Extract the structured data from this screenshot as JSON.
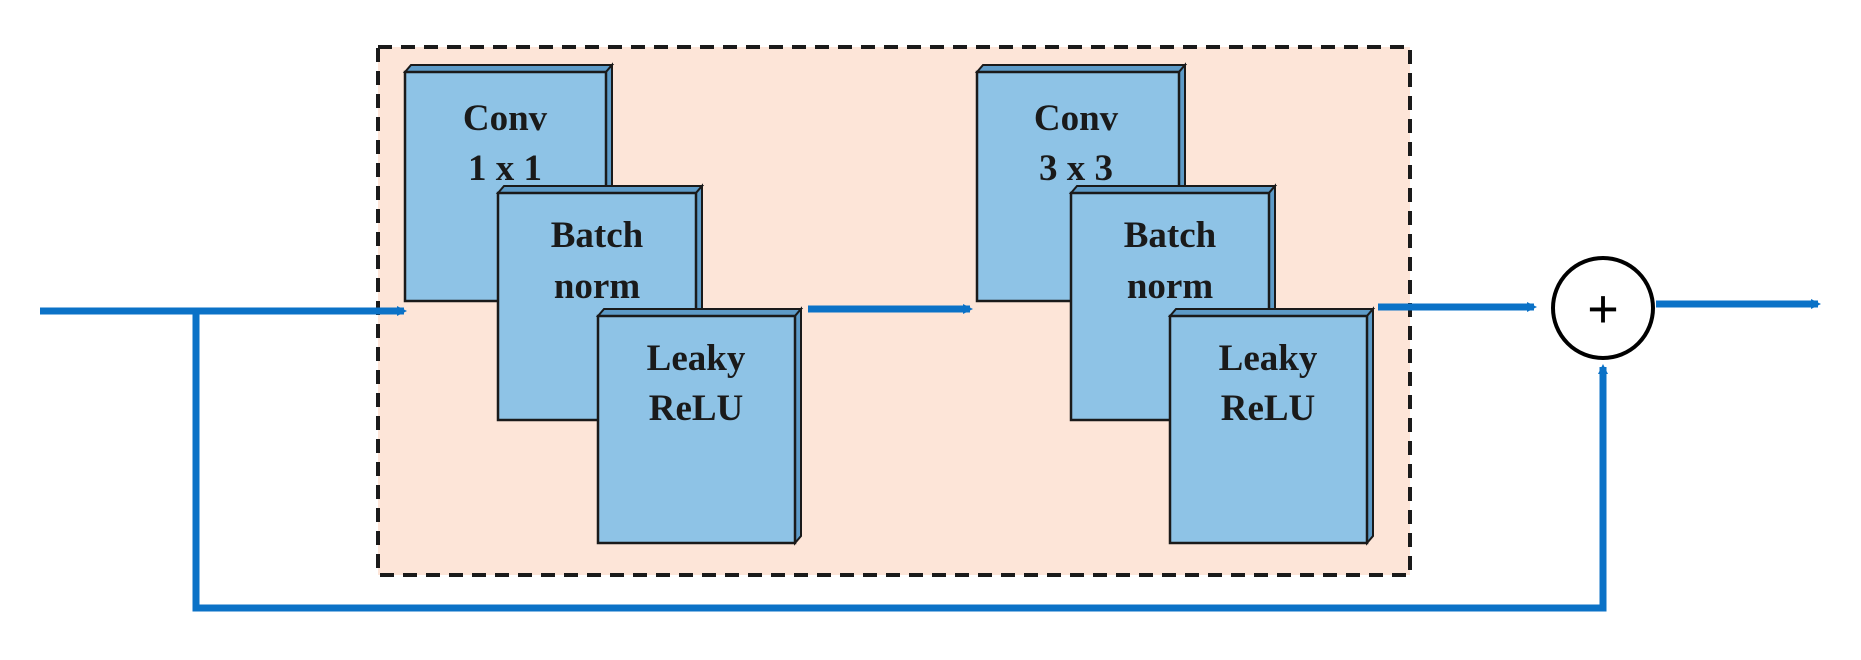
{
  "colors": {
    "background": "#ffffff",
    "block_panel": "#fde5d8",
    "block_face": "#8ec3e6",
    "block_side": "#5d9bc8",
    "block_border": "#1a1a1a",
    "arrow": "#0b72c7",
    "dashed_border": "#1a1a1a"
  },
  "diagram": {
    "stage1": {
      "conv": {
        "line1": "Conv",
        "line2": "1 x 1"
      },
      "bn": {
        "line1": "Batch",
        "line2": "norm"
      },
      "act": {
        "line1": "Leaky",
        "line2": "ReLU"
      }
    },
    "stage2": {
      "conv": {
        "line1": "Conv",
        "line2": "3 x 3"
      },
      "bn": {
        "line1": "Batch",
        "line2": "norm"
      },
      "act": {
        "line1": "Leaky",
        "line2": "ReLU"
      }
    },
    "sum_node": {
      "symbol": "+"
    }
  }
}
